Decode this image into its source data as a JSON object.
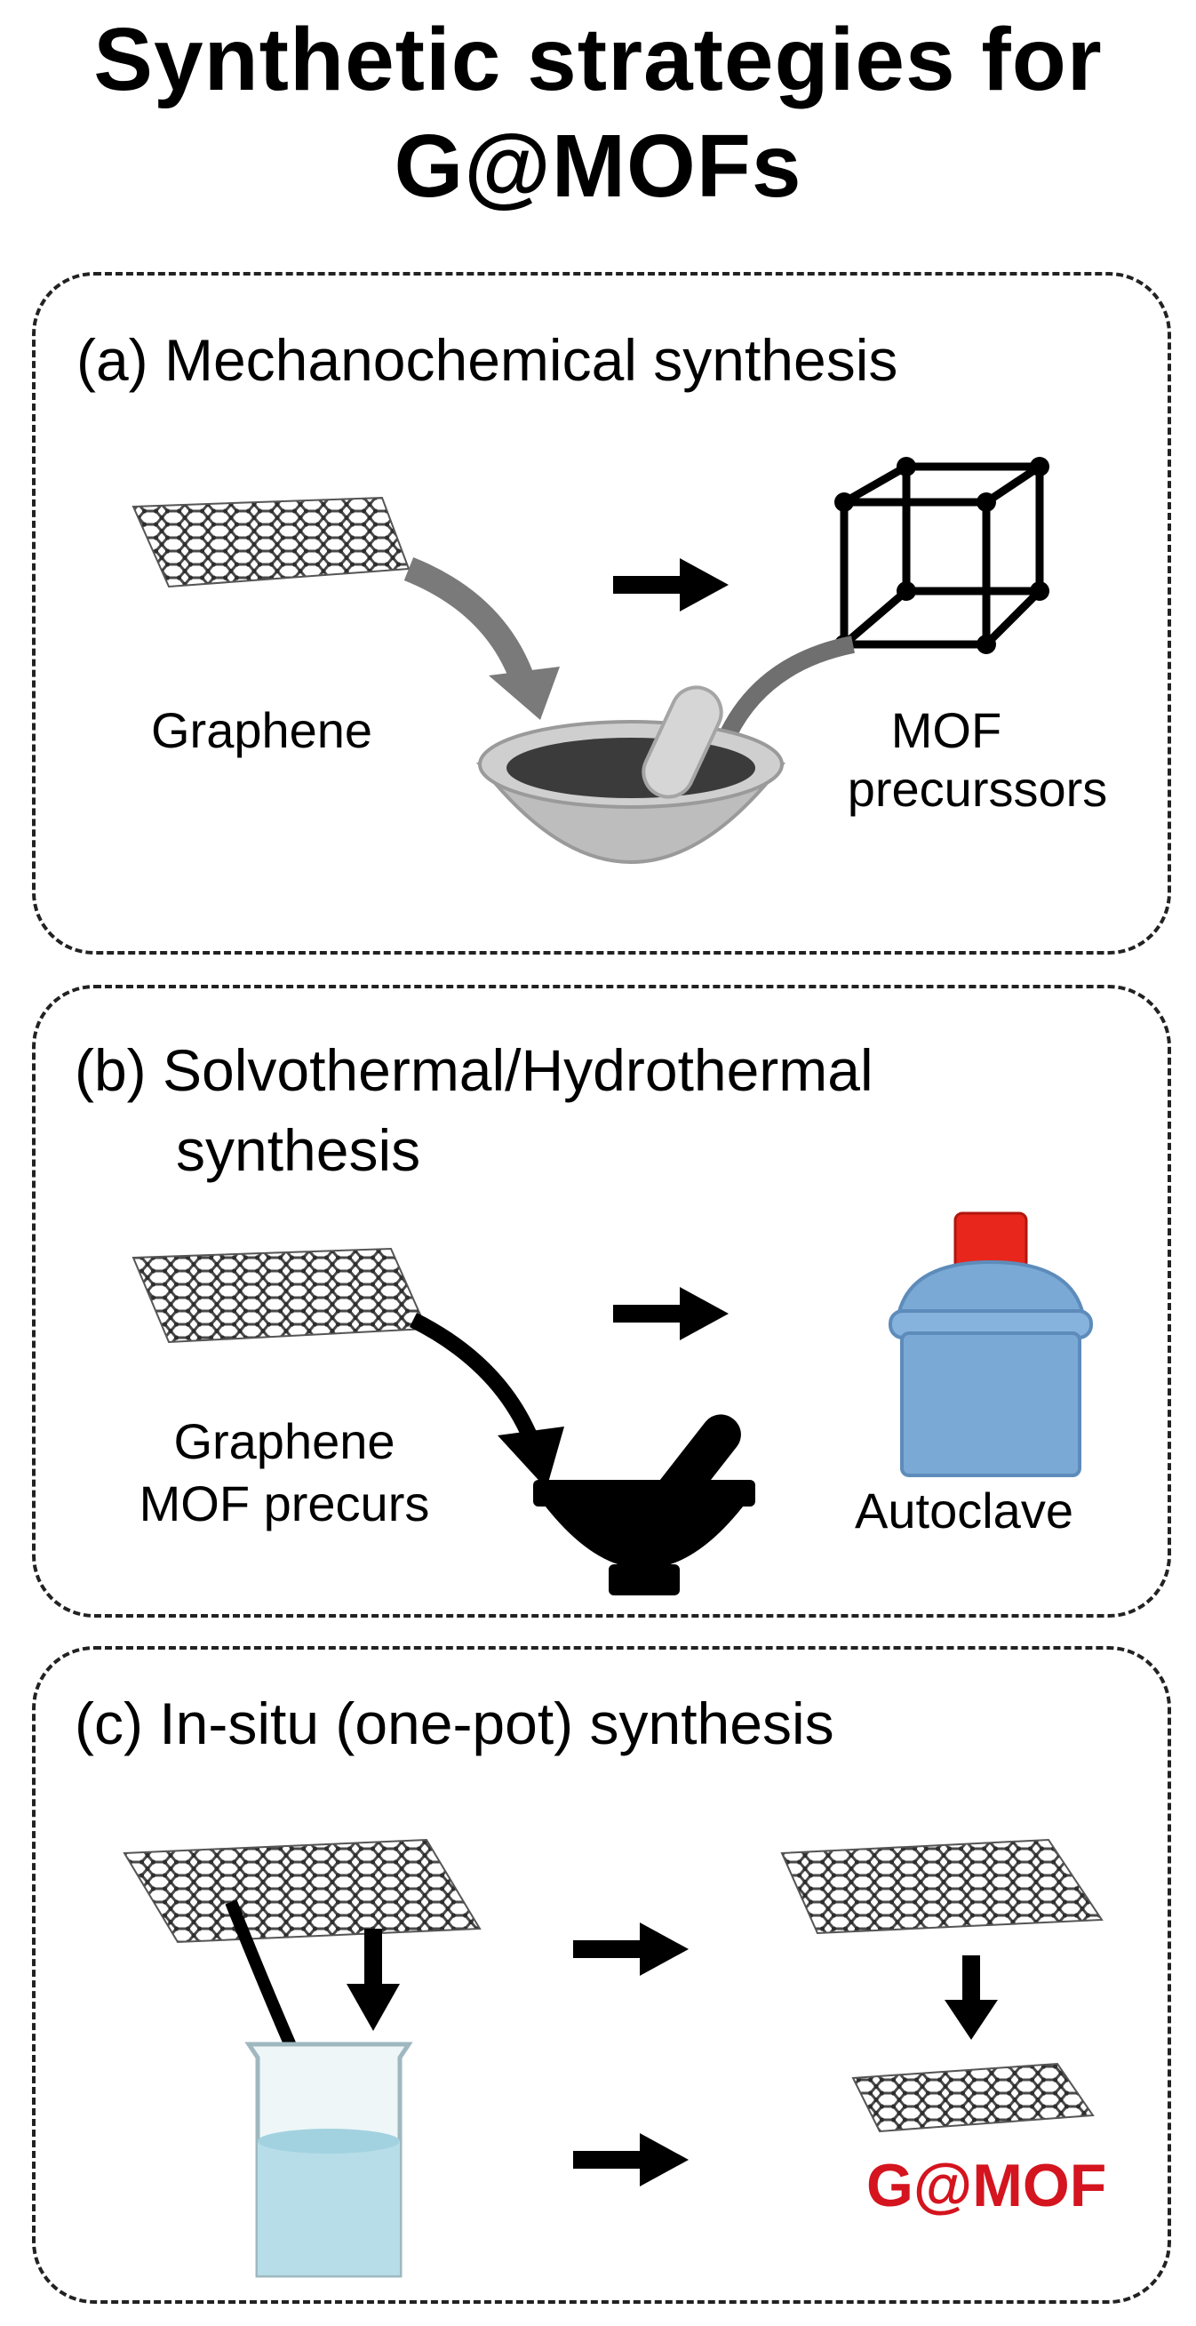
{
  "title": {
    "line1": "Synthetic strategies for",
    "line2": "G@MOFs"
  },
  "panels": {
    "a": {
      "title": "(a) Mechanochemical synthesis",
      "graphene": "Graphene",
      "mof_line1": "MOF",
      "mof_line2": "precurssors"
    },
    "b": {
      "title_line1": "(b) Solvothermal/Hydrothermal",
      "title_line2": "synthesis",
      "graphene_line1": "Graphene",
      "graphene_line2": "MOF precurs",
      "autoclave": "Autoclave"
    },
    "c": {
      "title": "(c) In-situ (one-pot) synthesis",
      "product": "G@MOF"
    }
  },
  "colors": {
    "product": "#d4141e",
    "autoclave_body": "#7aa9d6",
    "autoclave_cap": "#e8261c",
    "beaker_liquid": "#b6dde8",
    "mortar_gray": "#bdbdbd"
  },
  "icons": [
    "graphene-sheet-icon",
    "cube-framework-icon",
    "mortar-pestle-icon",
    "autoclave-icon",
    "beaker-icon",
    "arrow-right-icon",
    "arrow-down-icon",
    "curved-arrow-icon"
  ]
}
